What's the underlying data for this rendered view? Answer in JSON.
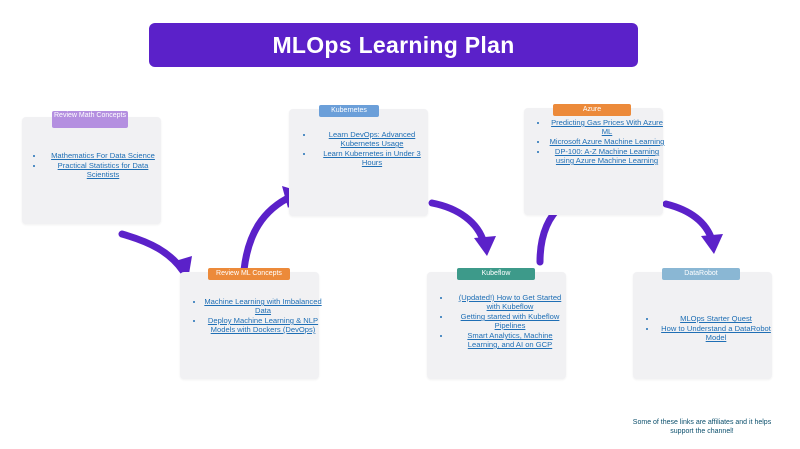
{
  "title": "MLOps Learning Plan",
  "colors": {
    "title_bg": "#5b21c9",
    "arrow": "#5b21c9",
    "card_bg": "#f1f1f3",
    "link": "#1f6fb5"
  },
  "cards": [
    {
      "label": "Review Math Concepts",
      "tag_color": "#b48fe0",
      "links": [
        "Mathematics For Data Science",
        "Practical Statistics for Data Scientists"
      ]
    },
    {
      "label": "Review ML Concepts",
      "tag_color": "#ec8a3a",
      "links": [
        "Machine Learning with Imbalanced Data",
        "Deploy Machine Learning & NLP Models with Dockers (DevOps)"
      ]
    },
    {
      "label": "Kubernetes",
      "tag_color": "#6b9fd9",
      "links": [
        "Learn DevOps: Advanced Kubernetes Usage",
        "Learn Kubernetes in Under 3 Hours"
      ]
    },
    {
      "label": "Kubeflow",
      "tag_color": "#3d9a8a",
      "links": [
        "(Updated!) How to Get Started with Kubeflow",
        "Getting started with Kubeflow Pipelines",
        "Smart Analytics, Machine Learning, and AI on GCP"
      ]
    },
    {
      "label": "Azure",
      "tag_color": "#ec8a3a",
      "links": [
        "Predicting Gas Prices With Azure ML",
        "Microsoft Azure Machine Learning",
        "DP-100: A-Z Machine Learning using Azure Machine Learning"
      ]
    },
    {
      "label": "DataRobot",
      "tag_color": "#8ab7d4",
      "links": [
        "MLOps Starter Quest",
        "How to Understand a DataRobot Model"
      ]
    }
  ],
  "footnote": "Some of these links are affiliates and it helps support the channel!"
}
